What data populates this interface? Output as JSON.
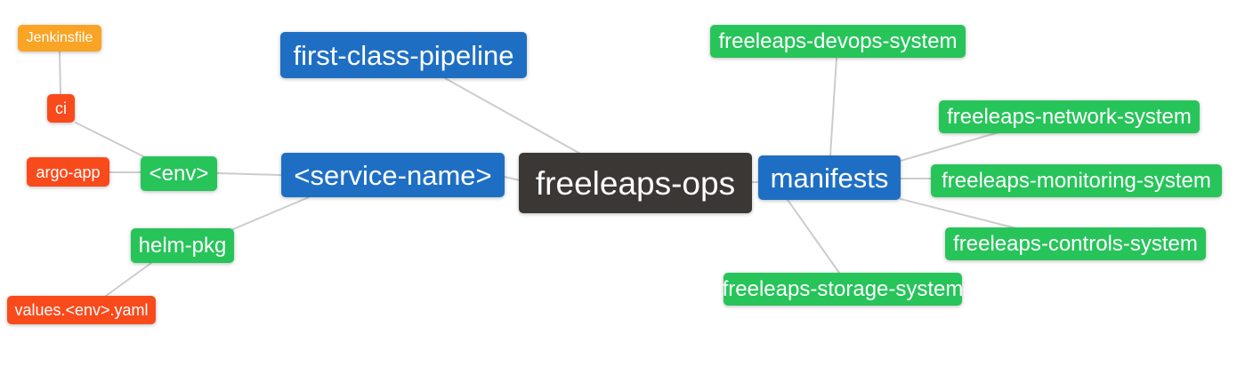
{
  "diagram": {
    "type": "mindmap",
    "background": "#ffffff",
    "edge_color": "#cccccc",
    "palette": {
      "root": "#3b3734",
      "branch_blue": "#1e6fc4",
      "leaf_green": "#27c45a",
      "file_red": "#f94a1c",
      "jenkins_orange": "#f9a424",
      "text": "#ffffff"
    },
    "nodes": [
      {
        "id": "jenkinsfile",
        "label": "Jenkinsfile",
        "color": "#f9a424"
      },
      {
        "id": "ci",
        "label": "ci",
        "color": "#f94a1c"
      },
      {
        "id": "argo-app",
        "label": "argo-app",
        "color": "#f94a1c"
      },
      {
        "id": "env",
        "label": "<env>",
        "color": "#27c45a"
      },
      {
        "id": "service-name",
        "label": "<service-name>",
        "color": "#1e6fc4"
      },
      {
        "id": "first-class-pipeline",
        "label": "first-class-pipeline",
        "color": "#1e6fc4"
      },
      {
        "id": "freeleaps-ops",
        "label": "freeleaps-ops",
        "color": "#3b3734"
      },
      {
        "id": "manifests",
        "label": "manifests",
        "color": "#1e6fc4"
      },
      {
        "id": "devops-system",
        "label": "freeleaps-devops-system",
        "color": "#27c45a"
      },
      {
        "id": "network-system",
        "label": "freeleaps-network-system",
        "color": "#27c45a"
      },
      {
        "id": "monitoring-system",
        "label": "freeleaps-monitoring-system",
        "color": "#27c45a"
      },
      {
        "id": "controls-system",
        "label": "freeleaps-controls-system",
        "color": "#27c45a"
      },
      {
        "id": "storage-system",
        "label": "freeleaps-storage-system",
        "color": "#27c45a"
      },
      {
        "id": "helm-pkg",
        "label": "helm-pkg",
        "color": "#27c45a"
      },
      {
        "id": "values-env-yaml",
        "label": "values.<env>.yaml",
        "color": "#f94a1c"
      }
    ],
    "edges": [
      {
        "from": "Jenkinsfile",
        "to": "ci"
      },
      {
        "from": "ci",
        "to": "<env>"
      },
      {
        "from": "argo-app",
        "to": "<env>"
      },
      {
        "from": "<env>",
        "to": "<service-name>"
      },
      {
        "from": "<service-name>",
        "to": "freeleaps-ops"
      },
      {
        "from": "first-class-pipeline",
        "to": "freeleaps-ops"
      },
      {
        "from": "helm-pkg",
        "to": "<service-name>"
      },
      {
        "from": "values.<env>.yaml",
        "to": "helm-pkg"
      },
      {
        "from": "freeleaps-ops",
        "to": "manifests"
      },
      {
        "from": "manifests",
        "to": "freeleaps-devops-system"
      },
      {
        "from": "manifests",
        "to": "freeleaps-network-system"
      },
      {
        "from": "manifests",
        "to": "freeleaps-monitoring-system"
      },
      {
        "from": "manifests",
        "to": "freeleaps-controls-system"
      },
      {
        "from": "manifests",
        "to": "freeleaps-storage-system"
      }
    ]
  }
}
